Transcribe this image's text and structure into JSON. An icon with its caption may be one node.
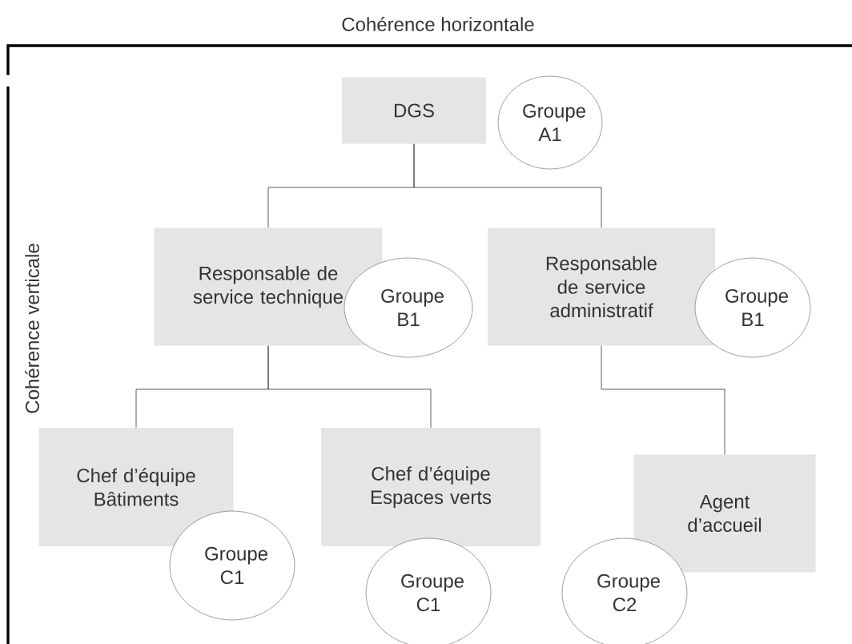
{
  "diagram": {
    "nodes": [
      {
        "text": [
          "DGS"
        ]
      },
      {
        "text": [
          "Groupe A1"
        ]
      },
      {
        "text": [
          "Responsable de service technique"
        ]
      },
      {
        "text": [
          "Groupe B1"
        ]
      },
      {
        "text": [
          "Responsable de service administratif"
        ]
      },
      {
        "text": [
          "Groupe B1"
        ]
      },
      {
        "text": [
          "Chef d’équipe Bâtiments"
        ]
      },
      {
        "text": [
          "Groupe C1"
        ]
      },
      {
        "text": [
          "Chef d’équipe Espaces verts"
        ]
      },
      {
        "text": [
          "Groupe C1"
        ]
      },
      {
        "text": [
          "Agent d’accueil"
        ]
      },
      {
        "text": [
          "Groupe C2"
        ]
      }
    ],
    "edges": [
      {
        "from": 0,
        "to": 2,
        "arrow": "none"
      },
      {
        "from": 0,
        "to": 4,
        "arrow": "none"
      },
      {
        "from": 2,
        "to": 6,
        "arrow": "none"
      },
      {
        "from": 2,
        "to": 8,
        "arrow": "none"
      },
      {
        "from": 4,
        "to": 10,
        "arrow": "none"
      }
    ],
    "labels": [
      "Cohérence horizontale",
      "Cohérence verticale"
    ]
  }
}
